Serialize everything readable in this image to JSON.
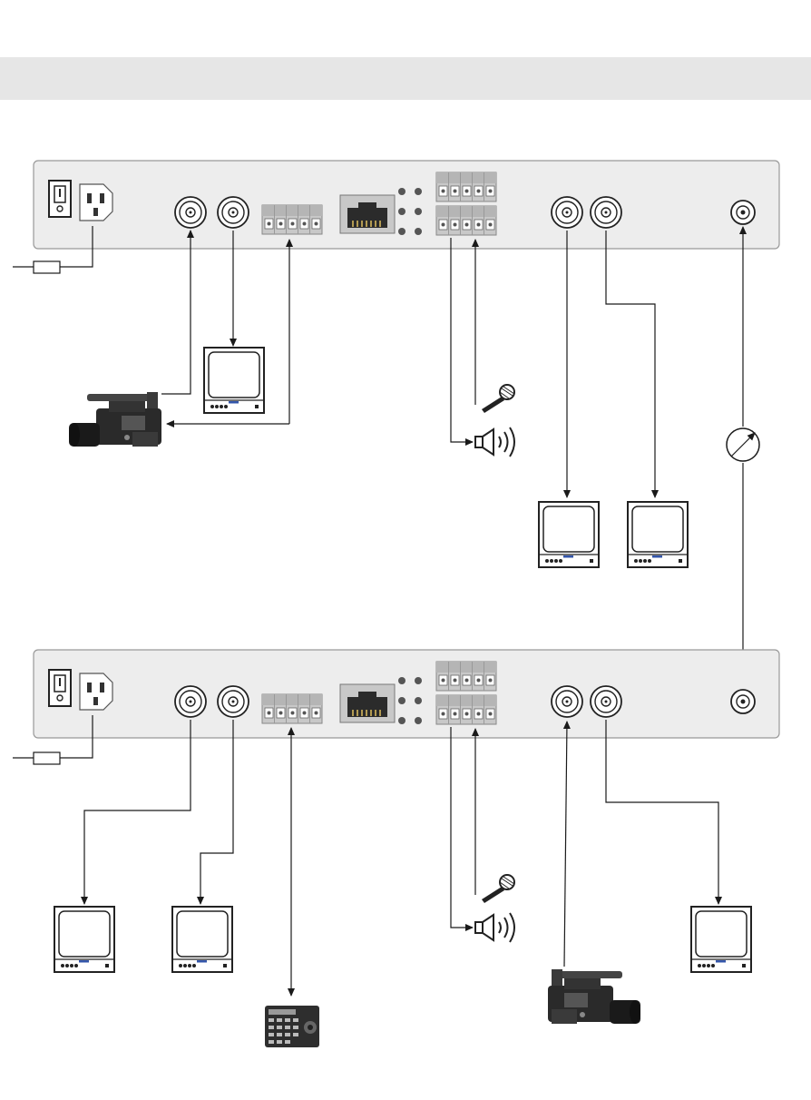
{
  "header": {
    "title": ""
  },
  "units": [
    {
      "id": "top",
      "ports": [
        "power-switch",
        "power-inlet",
        "bnc-video-in",
        "bnc-video-out",
        "terminal-data",
        "rj45",
        "status-leds",
        "terminal-audio-upper",
        "terminal-audio-lower",
        "bnc-video-out-2",
        "bnc-video-in-2",
        "fiber-optic"
      ]
    },
    {
      "id": "bottom",
      "ports": [
        "power-switch",
        "power-inlet",
        "bnc-video-out",
        "bnc-video-out-2",
        "terminal-data",
        "rj45",
        "status-leds",
        "terminal-audio-upper",
        "terminal-audio-lower",
        "bnc-video-in",
        "bnc-video-out-3",
        "fiber-optic"
      ]
    }
  ],
  "devices": {
    "top": [
      "video-camera",
      "monitor",
      "microphone",
      "speaker",
      "monitor",
      "monitor"
    ],
    "bottom": [
      "monitor",
      "monitor",
      "keyboard-controller",
      "microphone",
      "speaker",
      "video-camera",
      "monitor"
    ]
  },
  "link": {
    "icon": "fiber-link-icon"
  },
  "colors": {
    "panel": "#ededed",
    "line": "#1a1a1a",
    "header": "#e6e6e6"
  }
}
